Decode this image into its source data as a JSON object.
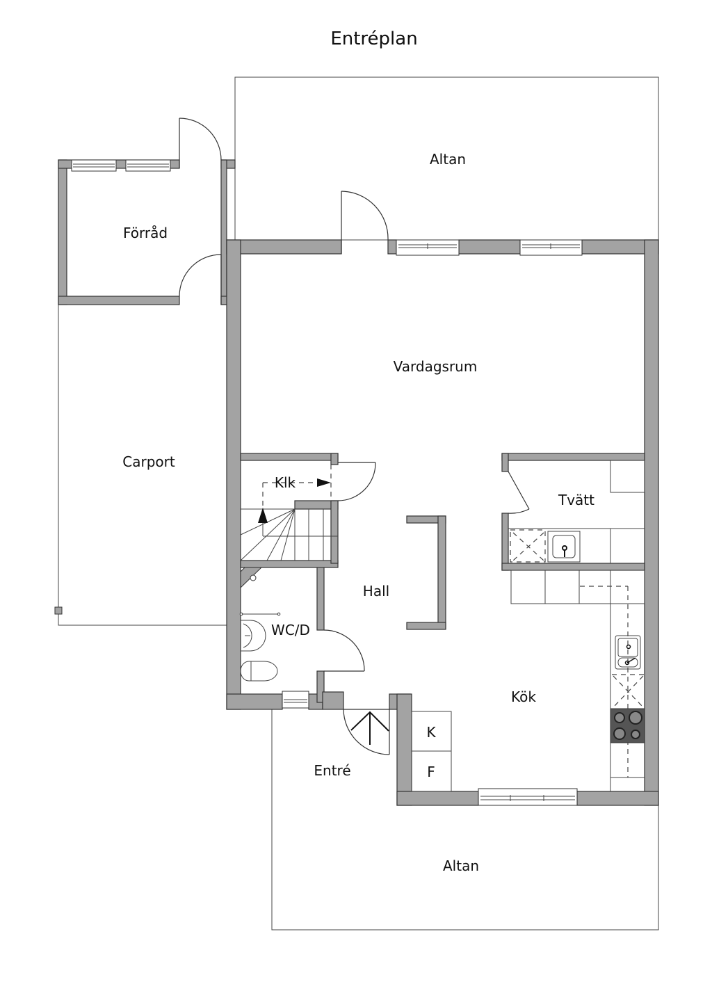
{
  "title": "Entréplan",
  "rooms": {
    "altan_top": "Altan",
    "forrad": "Förråd",
    "vardagsrum": "Vardagsrum",
    "carport": "Carport",
    "klk": "Klk",
    "tvatt": "Tvätt",
    "hall": "Hall",
    "wcd": "WC/D",
    "kok": "Kök",
    "entre": "Entré",
    "altan_bottom": "Altan"
  },
  "appliances": {
    "fridge": "K",
    "freezer": "F"
  },
  "colors": {
    "wall_fill": "#a3a3a3",
    "line": "#333333",
    "stove": "#555555",
    "background": "#ffffff"
  }
}
